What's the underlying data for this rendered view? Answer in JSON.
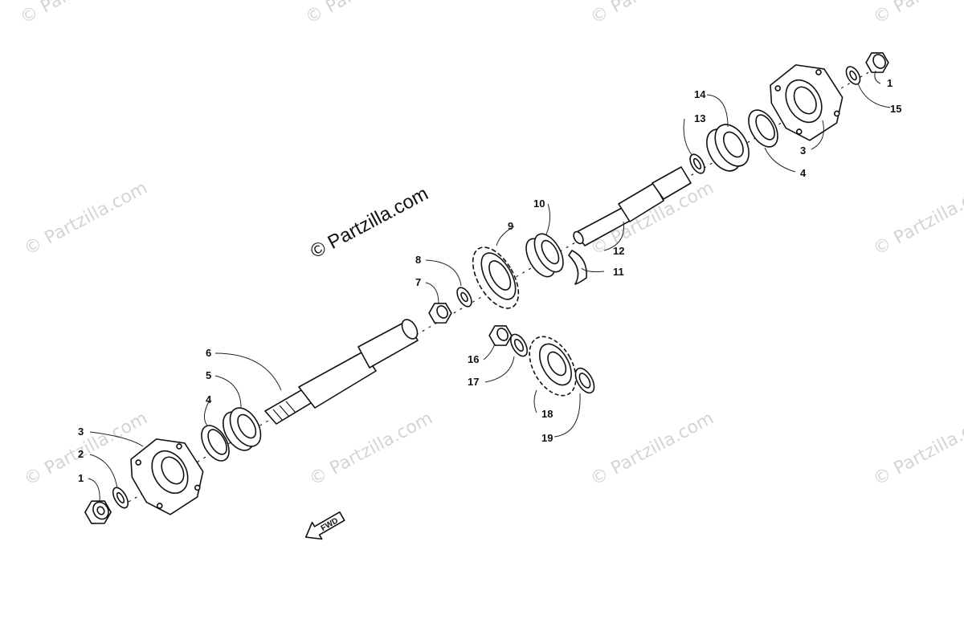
{
  "watermark": {
    "text": "© Partzilla.com",
    "color": "#d4d4d4"
  },
  "main_watermark": "© Partzilla.com",
  "fwd_label": "FWD",
  "callouts": {
    "c1_left": "1",
    "c2_left": "2",
    "c3_left": "3",
    "c4_left": "4",
    "c5": "5",
    "c6": "6",
    "c7": "7",
    "c8": "8",
    "c9": "9",
    "c10": "10",
    "c11": "11",
    "c12": "12",
    "c13": "13",
    "c14": "14",
    "c15": "15",
    "c1_right": "1",
    "c3_right": "3",
    "c4_right": "4",
    "c16": "16",
    "c17": "17",
    "c18": "18",
    "c19": "19"
  }
}
